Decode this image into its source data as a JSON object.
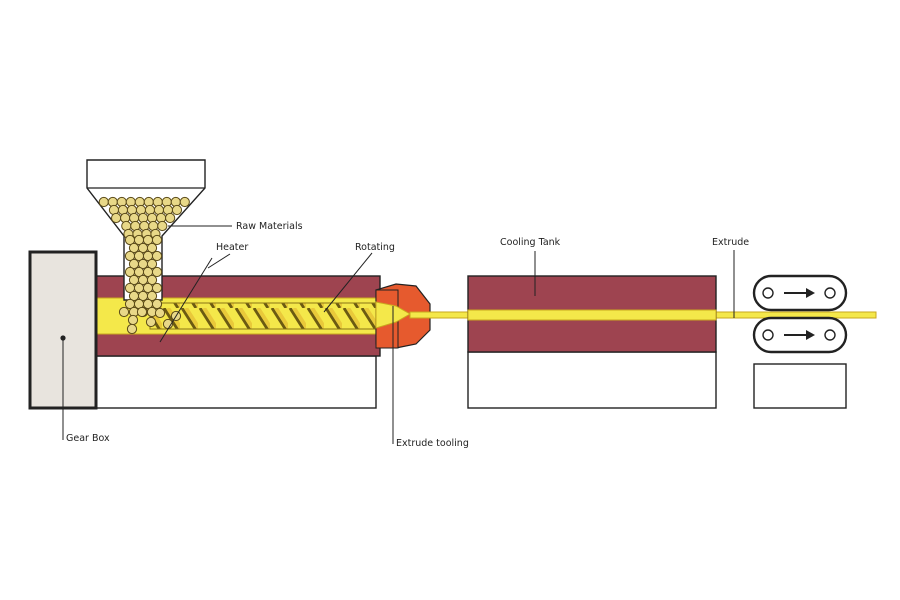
{
  "labels": {
    "raw_materials": "Raw Materials",
    "heater": "Heater",
    "rotating": "Rotating",
    "cooling_tank": "Cooling Tank",
    "extrude": "Extrude",
    "gear_box": "Gear Box",
    "extrude_tooling": "Extrude tooling"
  },
  "colors": {
    "barrel": "#9e4450",
    "barrel_dark": "#6a2a33",
    "gear_box": "#e8e4de",
    "melt": "#f4e84a",
    "melt_edge": "#c9a81e",
    "die": "#e65a2e",
    "pellet": "#e8d888",
    "outline": "#222222"
  },
  "icons": {
    "puller_arrow": "right-arrow-icon"
  }
}
